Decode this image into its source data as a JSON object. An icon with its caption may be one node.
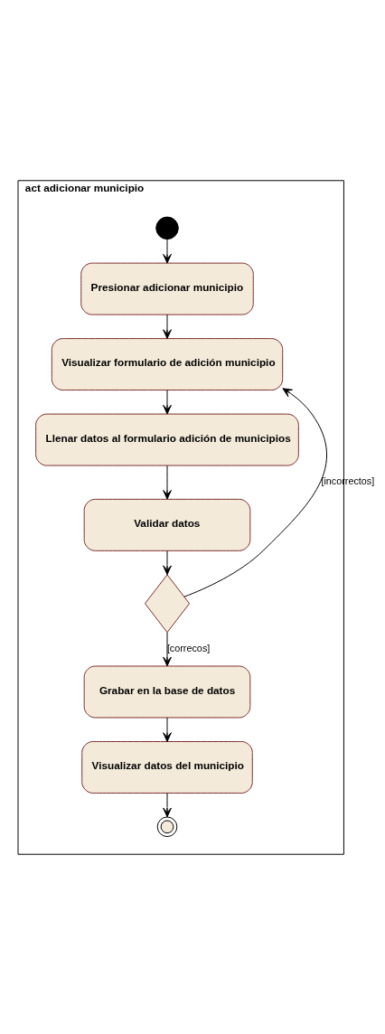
{
  "diagram": {
    "nodes": [
      {
        "text": [
          "act adicionar municipio"
        ]
      },
      {
        "text": [],
        "shape": "circle",
        "in": 0
      },
      {
        "text": [
          "Presionar adicionar municipio"
        ],
        "in": 0
      },
      {
        "text": [
          "Visualizar formulario de adición municipio"
        ],
        "in": 0
      },
      {
        "text": [
          "Llenar datos al formulario adición de municipios"
        ],
        "in": 0
      },
      {
        "text": [
          "Validar datos"
        ],
        "in": 0
      },
      {
        "text": [],
        "shape": "diamond",
        "in": 0
      },
      {
        "text": [
          "Grabar en la base de datos"
        ],
        "in": 0
      },
      {
        "text": [
          "Visualizar datos del municipio"
        ],
        "in": 0
      },
      {
        "text": [],
        "shape": "circle",
        "in": 0
      }
    ],
    "edges": [
      {
        "from": 1,
        "to": 2,
        "arrow": "to"
      },
      {
        "from": 2,
        "to": 3,
        "arrow": "to"
      },
      {
        "from": 3,
        "to": 4,
        "arrow": "to"
      },
      {
        "from": 4,
        "to": 5,
        "arrow": "to"
      },
      {
        "from": 5,
        "to": 6,
        "arrow": "to"
      },
      {
        "from": 6,
        "to": 3,
        "arrow": "to",
        "label": "[incorrectos]"
      },
      {
        "from": 6,
        "to": 7,
        "arrow": "to",
        "label": "[correcos]"
      },
      {
        "from": 7,
        "to": 8,
        "arrow": "to"
      },
      {
        "from": 8,
        "to": 9,
        "arrow": "to"
      }
    ]
  }
}
